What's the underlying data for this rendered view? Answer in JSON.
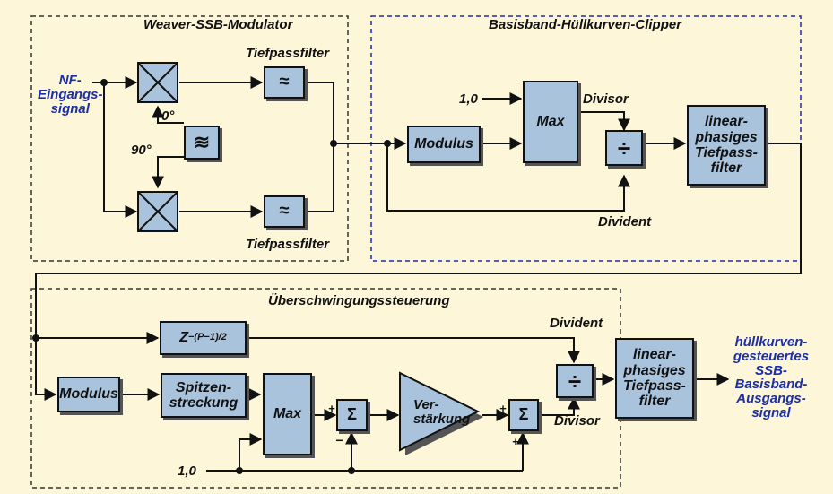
{
  "sections": {
    "weaver": "Weaver-SSB-Modulator",
    "clipper": "Basisband-Hüllkurven-Clipper",
    "overshoot": "Überschwingungssteuerung"
  },
  "labels": {
    "input_signal": "NF-\nEingangs-\nsignal",
    "lowpass_top": "Tiefpassfilter",
    "lowpass_bottom": "Tiefpassfilter",
    "deg0": "0°",
    "deg90": "90°",
    "const_top": "1,0",
    "divisor_top": "Divisor",
    "divident_top": "Divident",
    "divident_bottom": "Divident",
    "divisor_bottom": "Divisor",
    "const_bottom": "1,0",
    "output_signal": "hüllkurven-\ngesteuertes\nSSB-\nBasisband-\nAusgangs-\nsignal",
    "plus1": "+",
    "minus1": "−",
    "plus2": "+",
    "plus3": "+"
  },
  "blocks": {
    "osc_symbol": "≋",
    "lp1_symbol": "≈",
    "lp2_symbol": "≈",
    "modulus1": "Modulus",
    "max1": "Max",
    "div1": "÷",
    "lin_filter1": "linear-\nphasiges\nTiefpass-\nfilter",
    "delay": "Z−(P−1)/2",
    "modulus2": "Modulus",
    "peak_stretch": "Spitzen-\nstreckung",
    "max2": "Max",
    "sum1": "Σ",
    "amp": "Ver-\nstärkung",
    "sum2": "Σ",
    "div2": "÷",
    "lin_filter2": "linear-\nphasiges\nTiefpass-\nfilter"
  }
}
